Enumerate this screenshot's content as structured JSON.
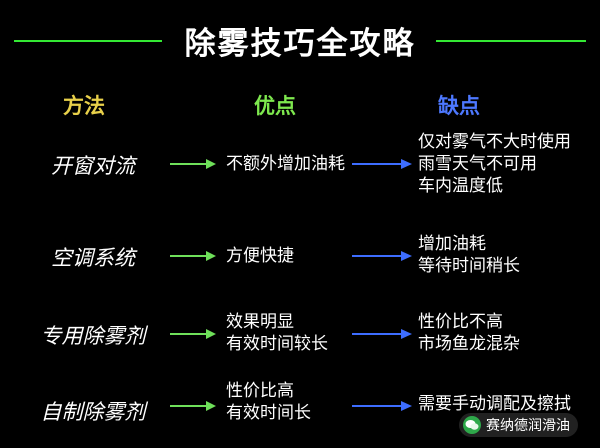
{
  "title": "除雾技巧全攻略",
  "headers": {
    "method": "方法",
    "advantages": "优点",
    "disadvantages": "缺点"
  },
  "rows": [
    {
      "method": "开窗对流",
      "advantages": [
        "不额外增加油耗"
      ],
      "disadvantages": [
        "仅对雾气不大时使用",
        "雨雪天气不可用",
        "车内温度低"
      ]
    },
    {
      "method": "空调系统",
      "advantages": [
        "方便快捷"
      ],
      "disadvantages": [
        "增加油耗",
        "等待时间稍长"
      ]
    },
    {
      "method": "专用除雾剂",
      "advantages": [
        "效果明显",
        "有效时间较长"
      ],
      "disadvantages": [
        "性价比不高",
        "市场鱼龙混杂"
      ]
    },
    {
      "method": "自制除雾剂",
      "advantages": [
        "性价比高",
        "有效时间长"
      ],
      "disadvantages": [
        "需要手动调配及擦拭"
      ]
    }
  ],
  "watermark": {
    "text": "赛纳德润滑油",
    "icon": "wechat-icon"
  },
  "colors": {
    "title_line": "#34e834",
    "method_header": "#e8d04a",
    "advantages_header": "#7ee84e",
    "disadvantages_header": "#4d78ff",
    "arrow_green": "#6fe05a",
    "arrow_blue": "#3d6dff"
  }
}
